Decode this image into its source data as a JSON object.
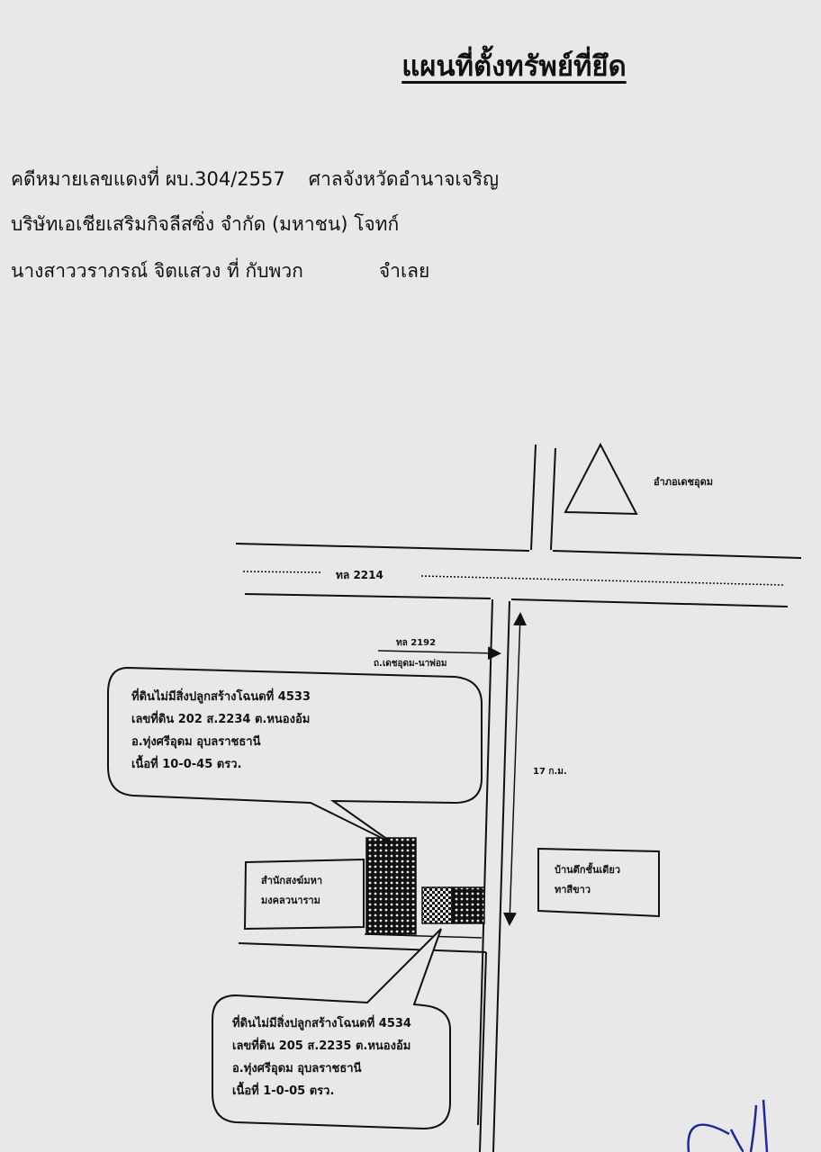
{
  "document": {
    "title": "แผนที่ตั้งทรัพย์ที่ยึด",
    "case_info": {
      "line1_case": "คดีหมายเลขแดงที่ ผบ.304/2557",
      "line1_court": "ศาลจังหวัดอำนาจเจริญ",
      "line2": "บริษัทเอเชียเสริมกิจลีสซิ่ง จำกัด (มหาชน)  โจทก์",
      "line3_defendant": "นางสาววราภรณ์  จิตแสวง  ที่ กับพวก",
      "line3_role": "จำเลย"
    }
  },
  "map": {
    "district_office": "อำภอเดชอุดม",
    "highway_main": "ทล 2214",
    "highway_side": "ทล 2192",
    "road_name": "ถ.เดชอุดม-นาพ่อม",
    "distance": "17 ก.ม.",
    "temple": {
      "line1": "สำนักสงฆ์มหา",
      "line2": "มงคลวนาราม"
    },
    "house": {
      "line1": "บ้านตึกชั้นเดียว",
      "line2": "ทาสีขาว"
    },
    "parcel_1": {
      "line1": "ที่ดินไม่มีสิ่งปลูกสร้างโฉนดที่ 4533",
      "line2": "เลขที่ดิน 202 ส.2234  ต.หนองอ้ม",
      "line3": "อ.ทุ่งศรีอุดม  อุบลราชธานี",
      "line4": "เนื้อที่  10-0-45 ตรว."
    },
    "parcel_2": {
      "line1": "ที่ดินไม่มีสิ่งปลูกสร้างโฉนดที่ 4534",
      "line2": "เลขที่ดิน 205 ส.2235  ต.หนองอ้ม",
      "line3": "อ.ทุ่งศรีอุดม  อุบลราชธานี",
      "line4": "เนื้อที่  1-0-05 ตรว."
    }
  },
  "colors": {
    "paper": "#e8e8e8",
    "ink": "#111111",
    "signature": "#1a2a9c"
  }
}
